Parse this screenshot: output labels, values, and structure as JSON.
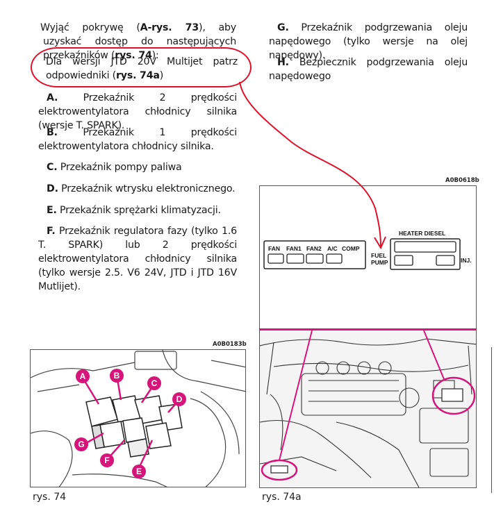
{
  "left_column": {
    "intro_pre": "Wyjąć pokrywę (",
    "intro_ref1": "A-rys. 73",
    "intro_mid": "), aby uzyskać dostęp do następujących przekaźników (",
    "intro_ref2": "rys. 74",
    "intro_post": "):",
    "note_pre": "Dla wersji JTD 20V Multijet patrz odpowiedniki (",
    "note_ref": "rys. 74a",
    "note_post": ")",
    "items": [
      {
        "letter": "A.",
        "text": "Przekaźnik 2 prędkości elektrowentylatora chłodnicy silnika (wersje T. SPARK)."
      },
      {
        "letter": "B.",
        "text": "Przekaźnik 1 prędkości elektrowentylatora chłodnicy silnika."
      },
      {
        "letter": "C.",
        "text": "Przekaźnik pompy paliwa"
      },
      {
        "letter": "D.",
        "text": "Przekaźnik wtrysku elektronicznego."
      },
      {
        "letter": "E.",
        "text": "Przekaźnik sprężarki klimatyzacji."
      },
      {
        "letter": "F.",
        "text": "Przekaźnik regulatora fazy (tylko 1.6 T. SPARK) lub 2 prędkości elektrowentylatora chłodnicy silnika (tylko wersje 2.5. V6 24V, JTD i JTD 16V Mutlijet)."
      }
    ]
  },
  "right_column": {
    "items": [
      {
        "letter": "G.",
        "text": "Przekaźnik podgrzewania oleju napędowego (tylko wersje na olej napędowy)."
      },
      {
        "letter": "H.",
        "text": "Bezpiecznik podgrzewania oleju napędowego"
      }
    ]
  },
  "figure_74": {
    "code": "A0B0183b",
    "caption": "rys. 74",
    "labels": [
      "A",
      "B",
      "C",
      "D",
      "E",
      "F",
      "G"
    ]
  },
  "figure_74a": {
    "code": "A0B0618b",
    "caption": "rys. 74a",
    "relay_labels": [
      "FAN",
      "FAN1",
      "FAN2",
      "A/C",
      "COMP"
    ],
    "fuel_label_1": "FUEL",
    "fuel_label_2": "PUMP",
    "heater_label": "HEATER DIESEL",
    "inj_label": "INJ."
  },
  "colors": {
    "magenta": "#d6147a",
    "annotation_red": "#e0102a"
  }
}
